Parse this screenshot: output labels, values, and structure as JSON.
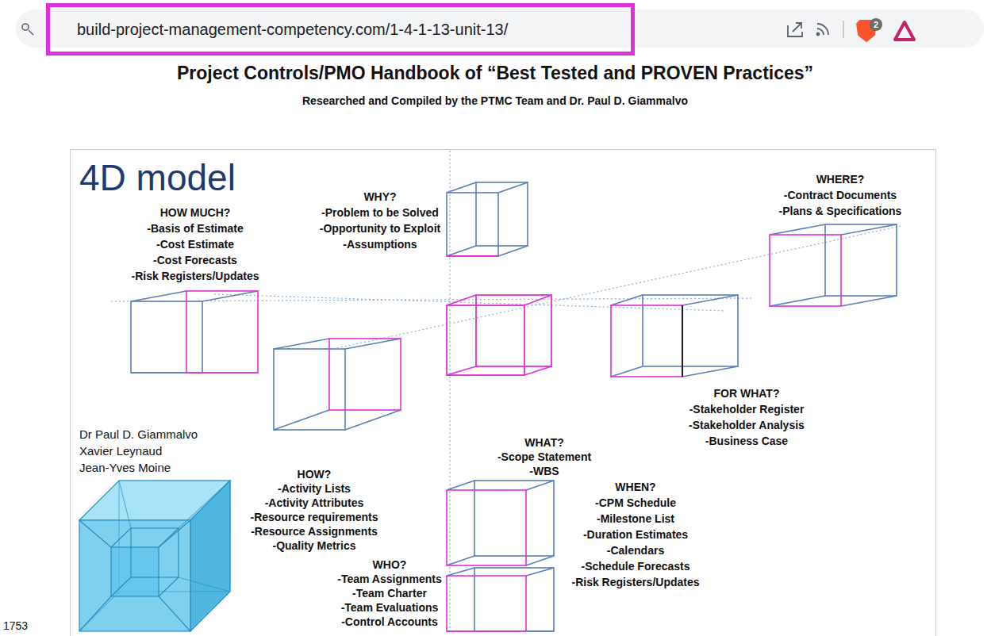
{
  "diagram": {
    "title": "Project Controls/PMO Handbook of “Best Tested and PROVEN Practices”",
    "nodes": [
      {
        "text": [
          "build-project-management-competency.com/1-4-1-13-unit-13/"
        ]
      },
      {
        "text": [
          "4D model"
        ]
      },
      {
        "text": [
          "HOW MUCH?",
          "-Basis of Estimate",
          "-Cost Estimate",
          "-Cost Forecasts",
          "-Risk Registers/Updates"
        ],
        "in": 1
      },
      {
        "text": [
          "WHY?",
          "-Problem to be Solved",
          "-Opportunity to Exploit",
          "-Assumptions"
        ],
        "in": 1
      },
      {
        "text": [
          "WHERE?",
          "-Contract Documents",
          "-Plans & Specifications"
        ],
        "in": 1
      },
      {
        "text": [
          "WHAT?",
          "-Scope Statement",
          "-WBS"
        ],
        "in": 1
      },
      {
        "text": [
          "FOR WHAT?",
          "-Stakeholder Register",
          "-Stakeholder Analysis",
          "-Business Case"
        ],
        "in": 1
      },
      {
        "text": [
          "HOW?",
          "-Activity Lists",
          "-Activity Attributes",
          "-Resource requirements",
          "-Resource Assignments",
          "-Quality Metrics"
        ],
        "in": 1
      },
      {
        "text": [
          "WHEN?",
          "-CPM Schedule",
          "-Milestone List",
          "-Duration Estimates",
          "-Calendars",
          "-Schedule Forecasts",
          "-Risk Registers/Updates"
        ],
        "in": 1
      },
      {
        "text": [
          "WHO?",
          "-Team Assignments",
          "-Team Charter",
          "-Team Evaluations",
          "-Control Accounts"
        ],
        "in": 1
      }
    ],
    "labels": [
      "Researched and Compiled by the PTMC Team and Dr. Paul D. Giammalvo",
      "Dr Paul D. Giammalvo",
      "Xavier Leynaud",
      "Jean-Yves Moine",
      "1753",
      "2"
    ]
  }
}
